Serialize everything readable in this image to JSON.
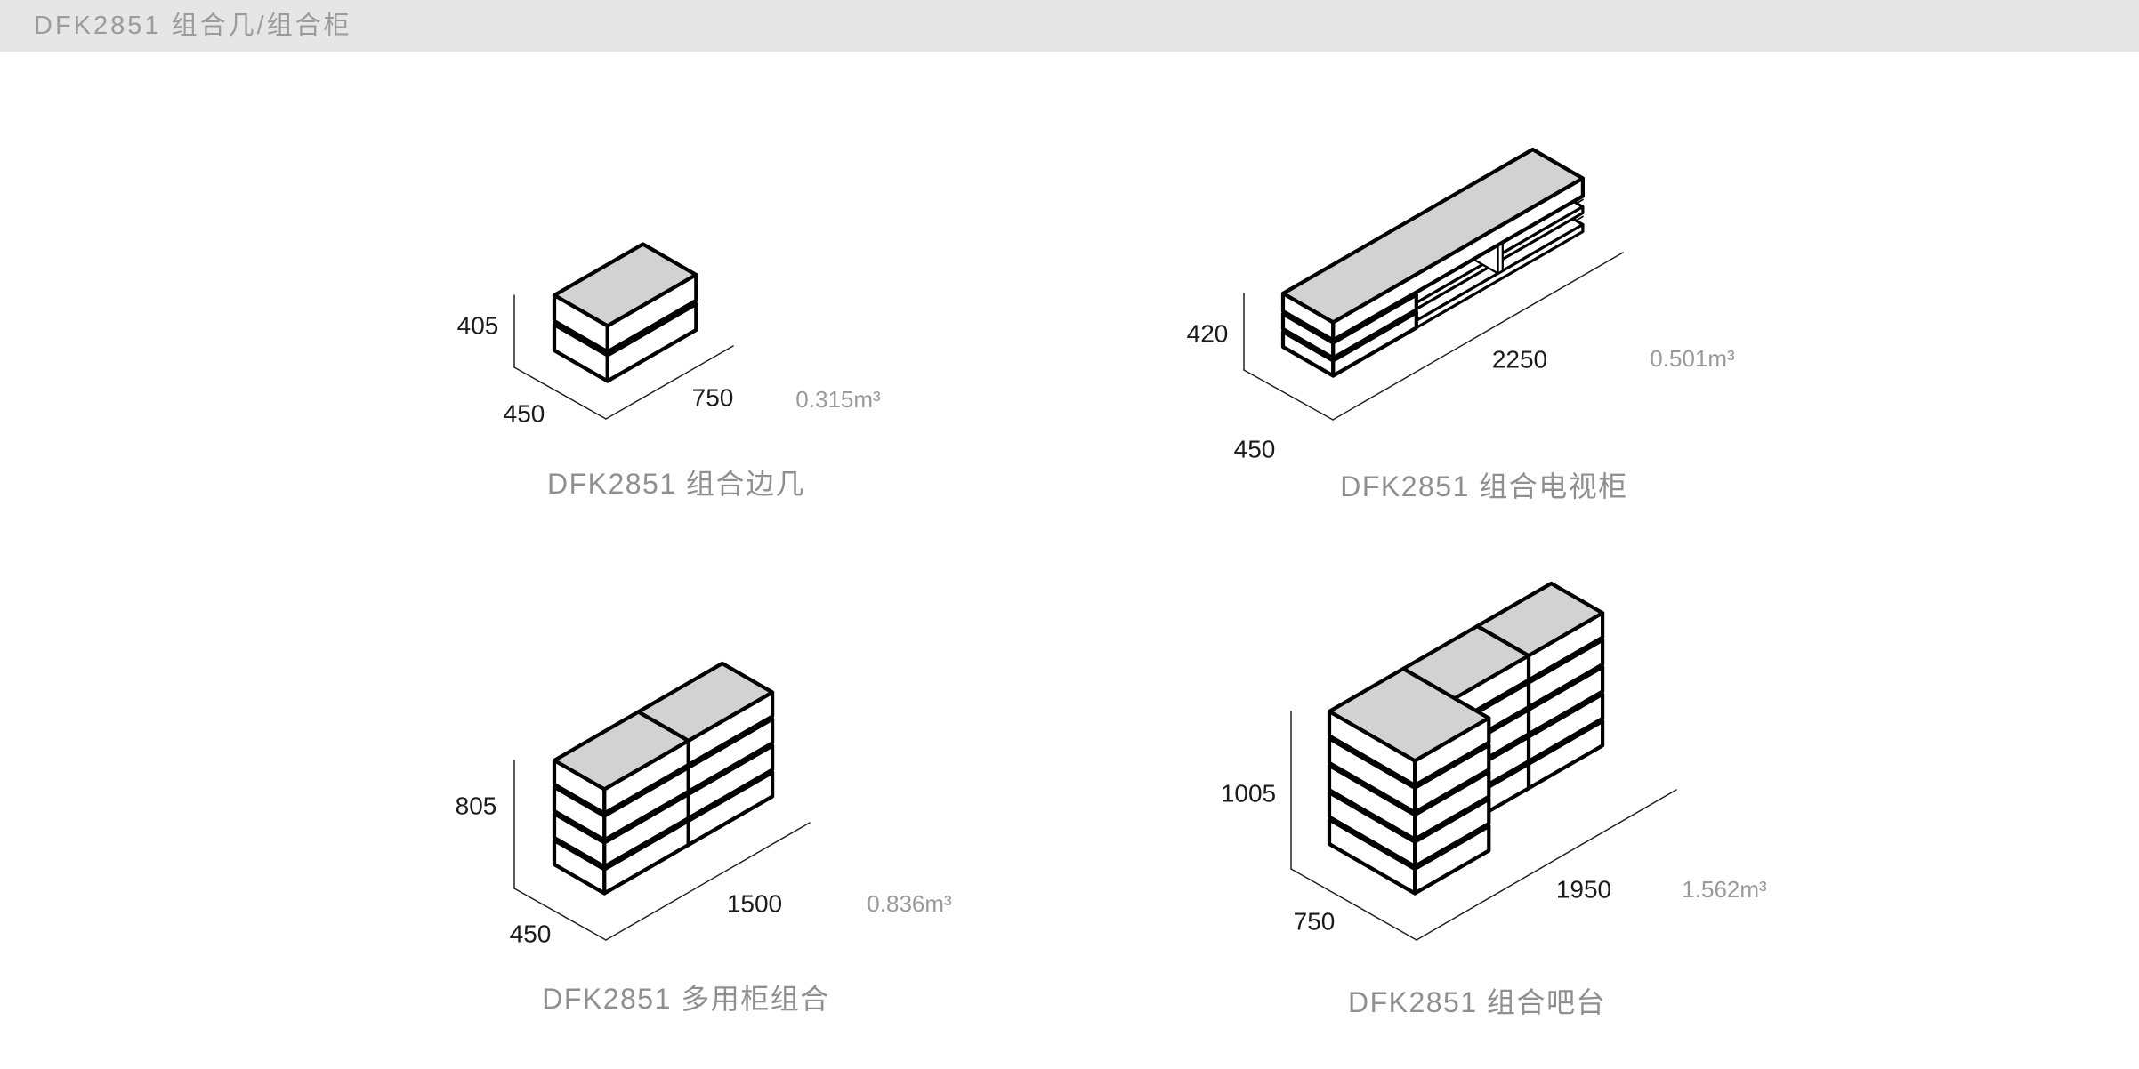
{
  "header": {
    "title": "DFK2851 组合几/组合柜"
  },
  "items": [
    {
      "name": "DFK2851 组合边几",
      "height": "405",
      "depth": "450",
      "width": "750",
      "volume": "0.315m³"
    },
    {
      "name": "DFK2851 组合电视柜",
      "height": "420",
      "depth": "450",
      "width": "2250",
      "volume": "0.501m³"
    },
    {
      "name": "DFK2851 多用柜组合",
      "height": "805",
      "depth": "450",
      "width": "1500",
      "volume": "0.836m³"
    },
    {
      "name": "DFK2851 组合吧台",
      "height": "1005",
      "depth": "750",
      "width": "1950",
      "volume": "1.562m³"
    }
  ],
  "colors": {
    "top_face": "#d2d2d2",
    "line": "#000000",
    "dim_text": "#1b1b1b",
    "volume_text": "#9a9a9a",
    "label_text": "#8f8f8f",
    "header_bg": "#e6e6e6",
    "header_text": "#9b9b9b"
  }
}
